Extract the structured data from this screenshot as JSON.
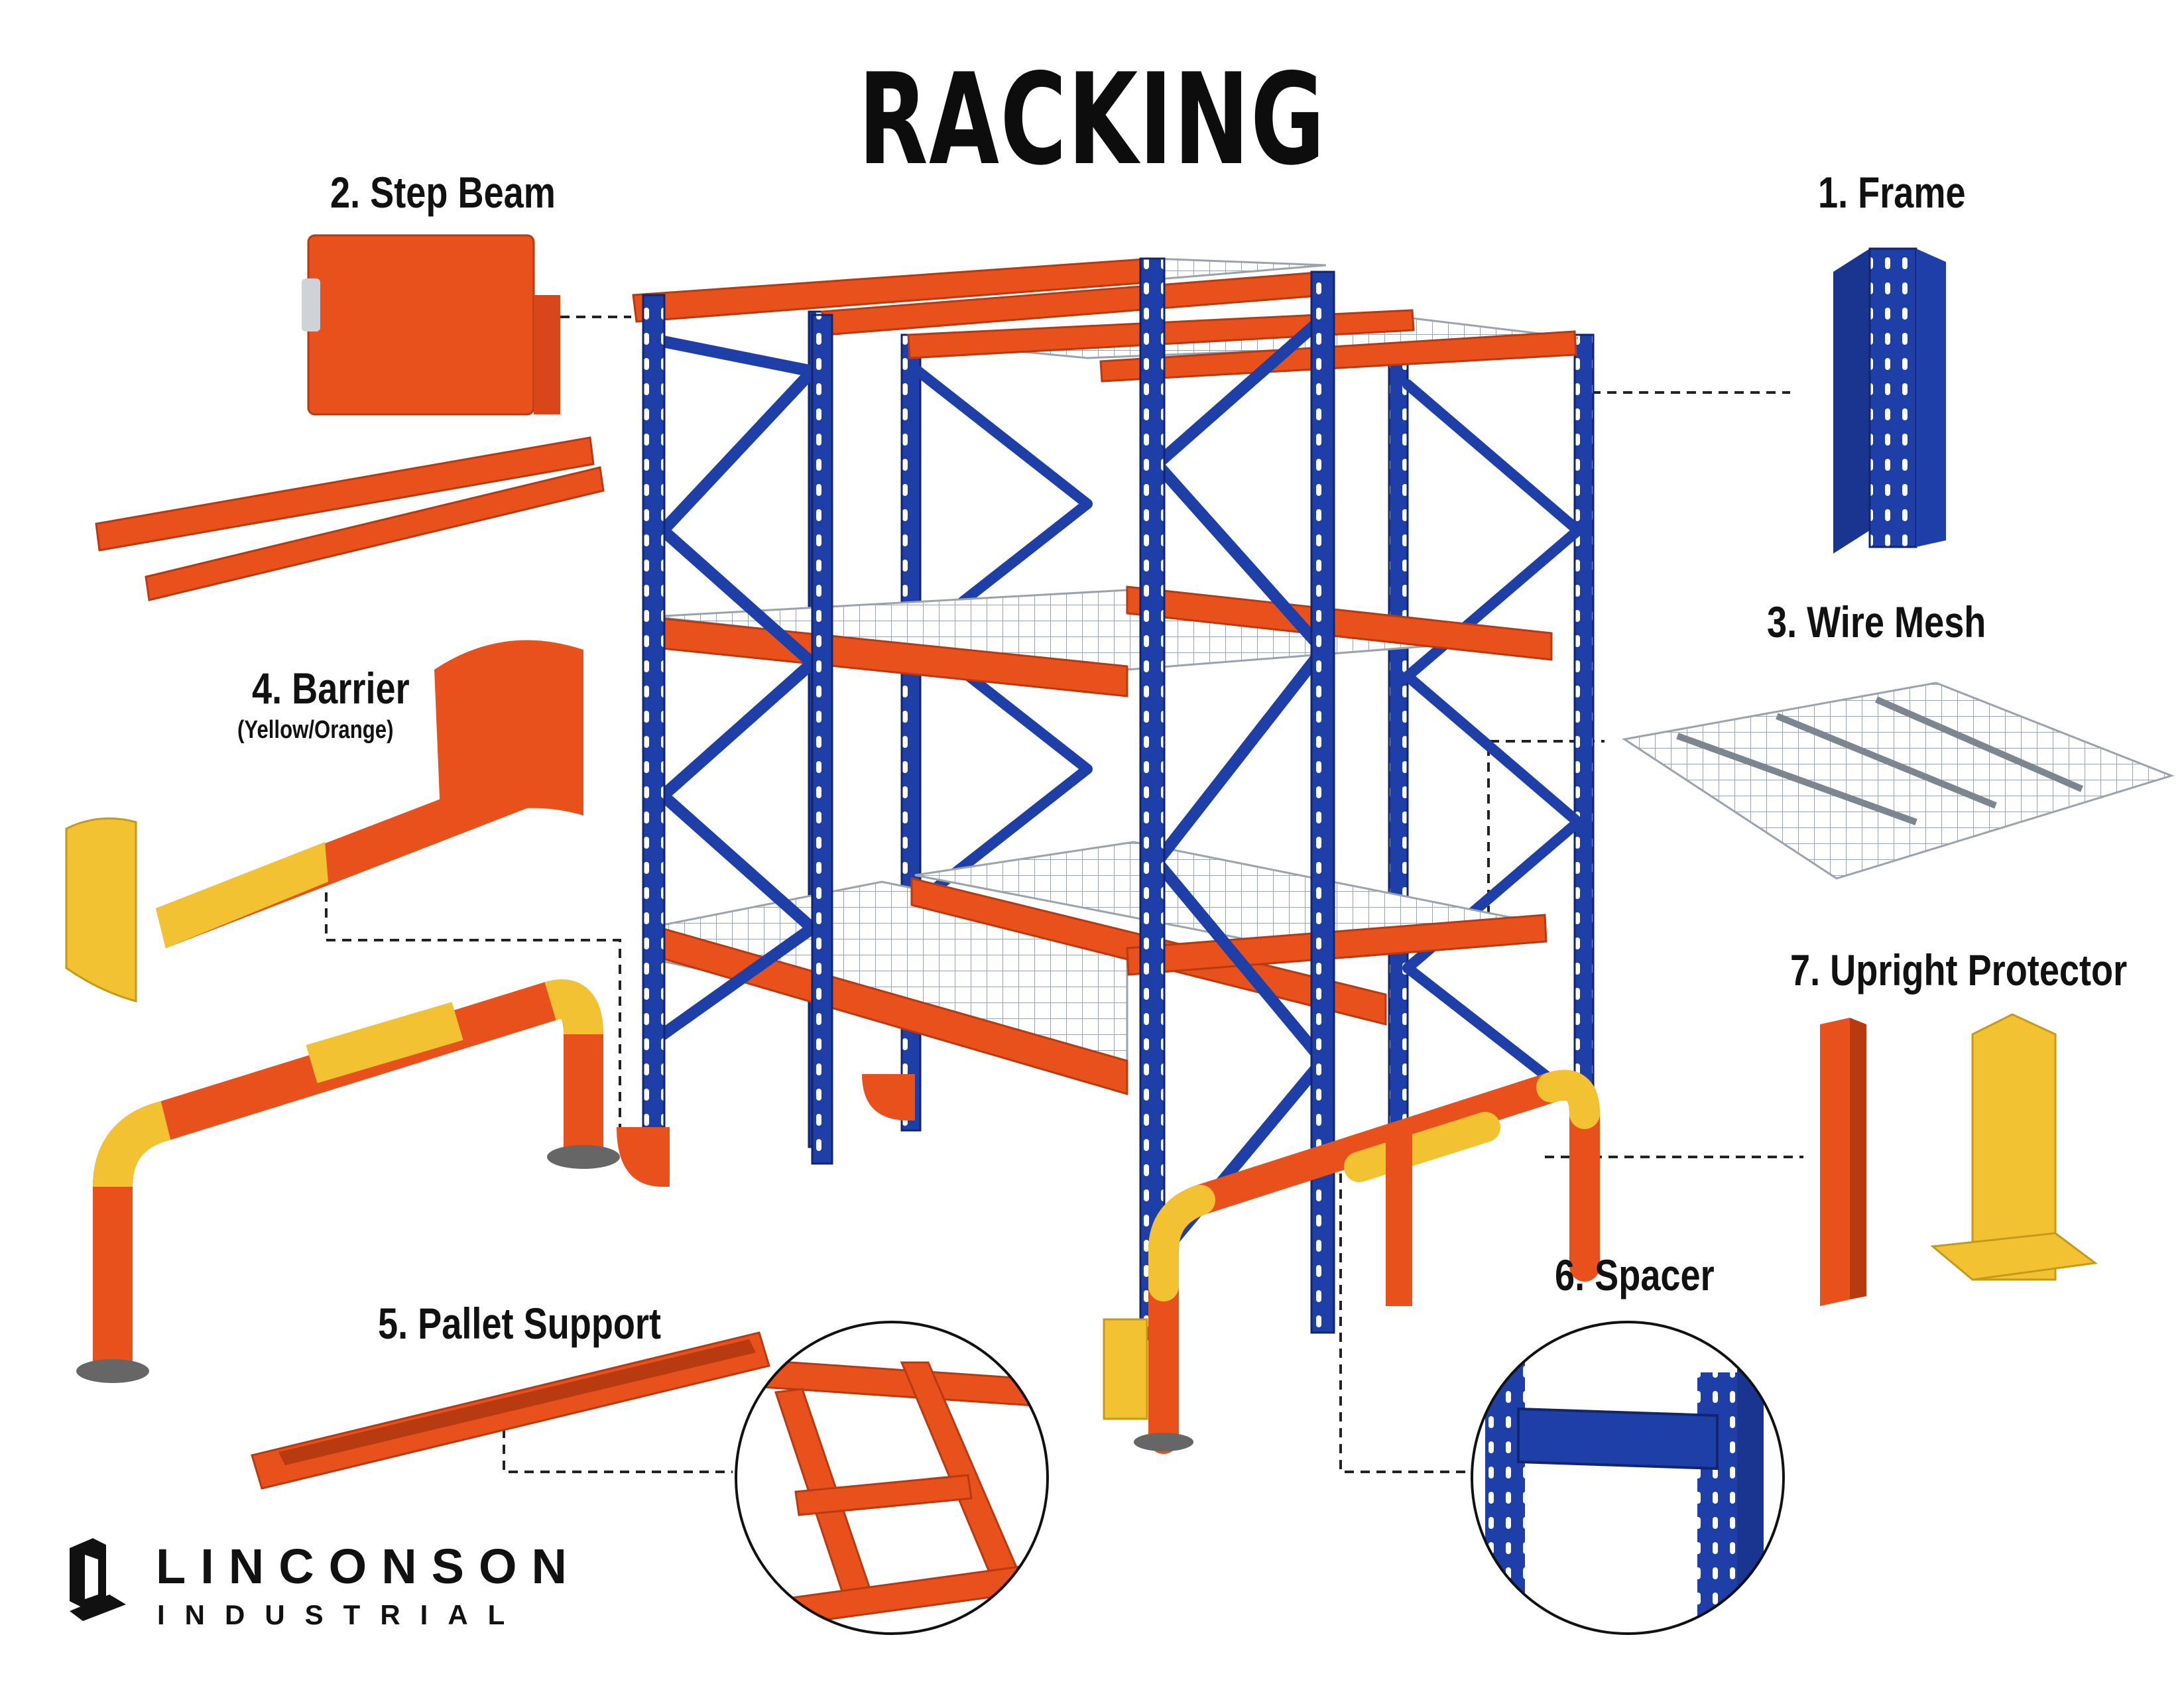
{
  "title": "RACKING",
  "components": {
    "frame": "1. Frame",
    "step_beam": "2. Step Beam",
    "wire_mesh": "3. Wire Mesh",
    "barrier": "4. Barrier",
    "barrier_note": "(Yellow/Orange)",
    "pallet_support": "5. Pallet Support",
    "spacer": "6. Spacer",
    "upright_protector": "7. Upright Protector"
  },
  "brand": {
    "name": "LINCONSON",
    "sub": "INDUSTRIAL"
  },
  "colors": {
    "upright_blue": "#1f3fa8",
    "beam_orange": "#e8501c",
    "barrier_yellow": "#f2c233",
    "mesh_gray": "#9aa3ad",
    "leader_line": "#222222"
  }
}
